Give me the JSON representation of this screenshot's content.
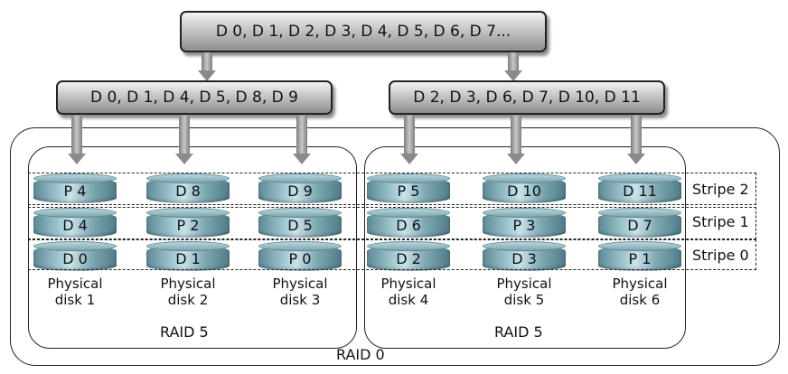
{
  "top_bar": {
    "label": "D 0, D 1, D 2, D 3, D 4, D 5, D 6, D 7..."
  },
  "left_bar": {
    "label": "D 0, D 1, D 4, D 5, D 8, D 9"
  },
  "right_bar": {
    "label": "D 2, D 3, D 6, D 7, D 10, D 11"
  },
  "stripes": [
    "Stripe 2",
    "Stripe 1",
    "Stripe 0"
  ],
  "disks": [
    {
      "caption_line1": "Physical",
      "caption_line2": "disk 1",
      "blocks": [
        "P 4",
        "D 4",
        "D 0"
      ]
    },
    {
      "caption_line1": "Physical",
      "caption_line2": "disk 2",
      "blocks": [
        "D 8",
        "P 2",
        "D 1"
      ]
    },
    {
      "caption_line1": "Physical",
      "caption_line2": "disk 3",
      "blocks": [
        "D 9",
        "D 5",
        "P 0"
      ]
    },
    {
      "caption_line1": "Physical",
      "caption_line2": "disk 4",
      "blocks": [
        "P 5",
        "D 6",
        "D 2"
      ]
    },
    {
      "caption_line1": "Physical",
      "caption_line2": "disk 5",
      "blocks": [
        "D 10",
        "P 3",
        "D 3"
      ]
    },
    {
      "caption_line1": "Physical",
      "caption_line2": "disk 6",
      "blocks": [
        "D 11",
        "D 7",
        "P 1"
      ]
    }
  ],
  "groups": [
    {
      "label": "RAID 5"
    },
    {
      "label": "RAID 5"
    }
  ],
  "outer_label": "RAID 0",
  "colors": {
    "disk": "#7fa9b3",
    "bar": "#bdbdbd",
    "outline": "#222222"
  }
}
